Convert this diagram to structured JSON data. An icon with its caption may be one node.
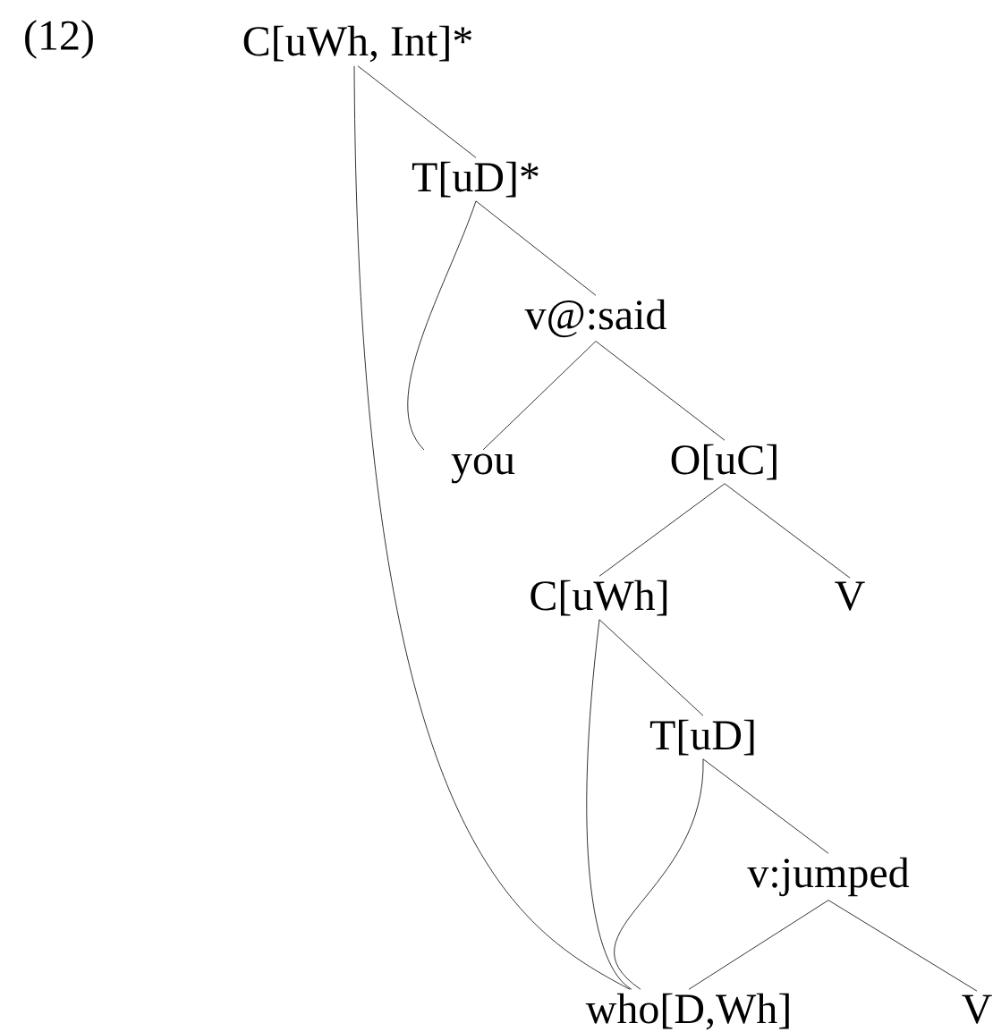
{
  "diagram": {
    "nodes": [
      {
        "text": [
          "C[uWh, Int]*"
        ]
      },
      {
        "text": [
          "T[uD]*"
        ]
      },
      {
        "text": [
          "v@:said"
        ]
      },
      {
        "text": [
          "you"
        ]
      },
      {
        "text": [
          "O[uC]"
        ]
      },
      {
        "text": [
          "C[uWh]"
        ]
      },
      {
        "text": [
          "V"
        ]
      },
      {
        "text": [
          "T[uD]"
        ]
      },
      {
        "text": [
          "v:jumped"
        ]
      },
      {
        "text": [
          "who[D,Wh]"
        ]
      },
      {
        "text": [
          "V"
        ]
      }
    ],
    "edges": [
      {
        "from": 0,
        "to": 1,
        "arrow": "none"
      },
      {
        "from": 1,
        "to": 2,
        "arrow": "none"
      },
      {
        "from": 2,
        "to": 3,
        "arrow": "none"
      },
      {
        "from": 2,
        "to": 4,
        "arrow": "none"
      },
      {
        "from": 4,
        "to": 5,
        "arrow": "none"
      },
      {
        "from": 4,
        "to": 6,
        "arrow": "none"
      },
      {
        "from": 5,
        "to": 7,
        "arrow": "none"
      },
      {
        "from": 7,
        "to": 8,
        "arrow": "none"
      },
      {
        "from": 8,
        "to": 9,
        "arrow": "none"
      },
      {
        "from": 8,
        "to": 10,
        "arrow": "none"
      },
      {
        "from": 0,
        "to": 9,
        "arrow": "none"
      },
      {
        "from": 1,
        "to": 3,
        "arrow": "none"
      },
      {
        "from": 5,
        "to": 9,
        "arrow": "none"
      },
      {
        "from": 7,
        "to": 9,
        "arrow": "none"
      }
    ],
    "labels": [
      "(12)"
    ]
  }
}
